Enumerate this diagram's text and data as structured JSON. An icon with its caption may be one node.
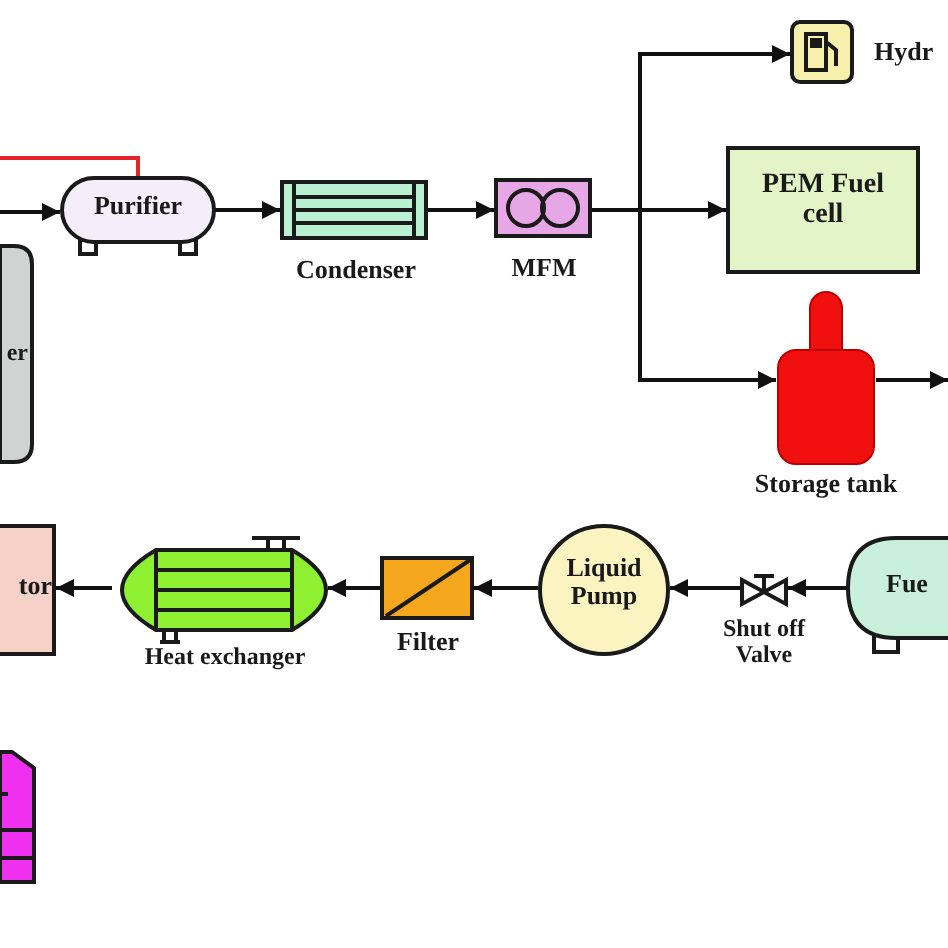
{
  "diagram": {
    "nodes": [
      {
        "text": [
          "er"
        ]
      },
      {
        "text": [
          "Purifier"
        ]
      },
      {
        "text": [
          "Condenser"
        ]
      },
      {
        "text": [
          "MFM"
        ]
      },
      {
        "text": [
          "Hydr"
        ]
      },
      {
        "text": [
          "PEM Fuel cell"
        ]
      },
      {
        "text": [
          "Storage tank"
        ]
      },
      {
        "text": [
          "Fue"
        ]
      },
      {
        "text": [
          "Shut off Valve"
        ]
      },
      {
        "text": [
          "Liquid Pump"
        ]
      },
      {
        "text": [
          "Filter"
        ]
      },
      {
        "text": [
          "Heat exchanger"
        ]
      },
      {
        "text": [
          "tor"
        ]
      },
      {
        "text": [],
        "shape": "box"
      }
    ],
    "edges": [
      {
        "from": null,
        "to": 1,
        "arrow": "to"
      },
      {
        "from": null,
        "to": 1,
        "arrow": "none",
        "color": "#e3242b"
      },
      {
        "from": 1,
        "to": 2,
        "arrow": "to"
      },
      {
        "from": 2,
        "to": 3,
        "arrow": "to"
      },
      {
        "from": 3,
        "to": 4,
        "arrow": "to"
      },
      {
        "from": 3,
        "to": 5,
        "arrow": "to"
      },
      {
        "from": 3,
        "to": 6,
        "arrow": "to"
      },
      {
        "from": 6,
        "to": null,
        "arrow": "to"
      },
      {
        "from": 7,
        "to": 8,
        "arrow": "to"
      },
      {
        "from": 8,
        "to": 9,
        "arrow": "to"
      },
      {
        "from": 9,
        "to": 10,
        "arrow": "to"
      },
      {
        "from": 10,
        "to": 11,
        "arrow": "to"
      },
      {
        "from": 11,
        "to": 12,
        "arrow": "to"
      }
    ]
  }
}
